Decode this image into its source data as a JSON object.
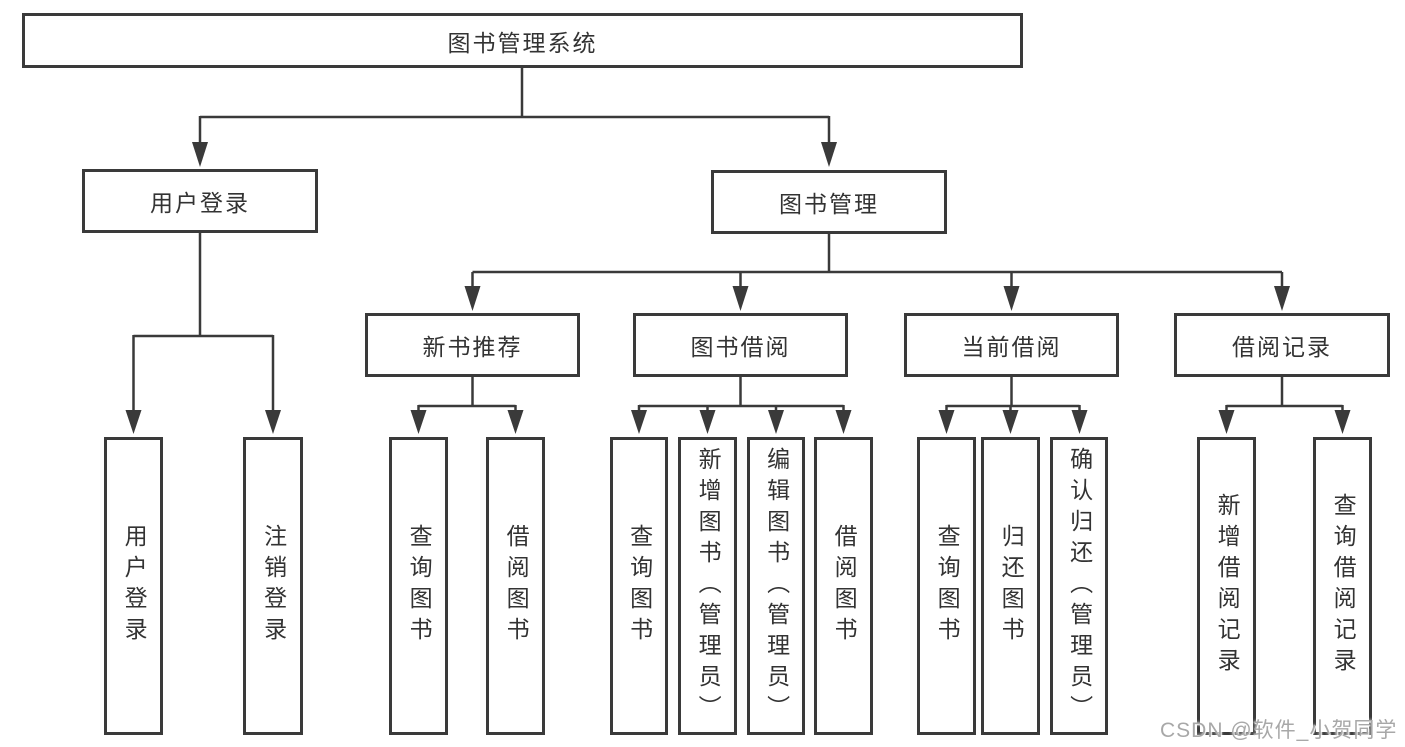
{
  "diagram": {
    "title": "图书管理系统",
    "level2": [
      {
        "label": "用户登录"
      },
      {
        "label": "图书管理"
      }
    ],
    "level3": [
      {
        "label": "新书推荐"
      },
      {
        "label": "图书借阅"
      },
      {
        "label": "当前借阅"
      },
      {
        "label": "借阅记录"
      }
    ],
    "leaves": {
      "user_login": [
        "用户登录",
        "注销登录"
      ],
      "new_book": [
        "查询图书",
        "借阅图书"
      ],
      "book_borrow": [
        "查询图书",
        "新增图书（管理员）",
        "编辑图书（管理员）",
        "借阅图书"
      ],
      "current_borrow": [
        "查询图书",
        "归还图书",
        "确认归还（管理员）"
      ],
      "borrow_record": [
        "新增借阅记录",
        "查询借阅记录"
      ]
    }
  },
  "watermark": {
    "text": "CSDN @软件_小贺同学"
  },
  "colors": {
    "line": "#3a3a3a",
    "text": "#333333",
    "watermark": "#a8a8a8"
  }
}
